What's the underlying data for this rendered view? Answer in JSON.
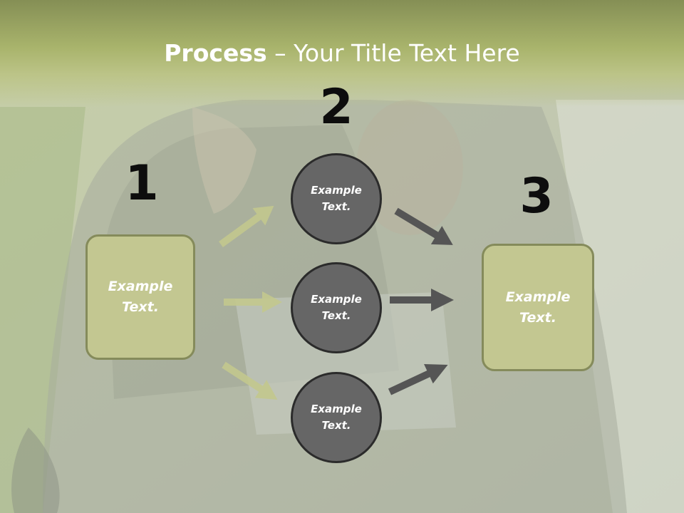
{
  "title": {
    "bold": "Process",
    "rest": " – Your Title Text Here"
  },
  "steps": {
    "one": "1",
    "two": "2",
    "three": "3"
  },
  "left_box": {
    "line1": "Example",
    "line2": "Text."
  },
  "right_box": {
    "line1": "Example",
    "line2": "Text."
  },
  "circles": [
    {
      "line1": "Example",
      "line2": "Text."
    },
    {
      "line1": "Example",
      "line2": "Text."
    },
    {
      "line1": "Example",
      "line2": "Text."
    }
  ],
  "colors": {
    "box_fill": "#c3c791",
    "box_border": "#858b5b",
    "circle_fill": "#666666",
    "green_arrow": "#c3c88e",
    "dark_arrow": "#555555",
    "title_band": "#9aa462"
  }
}
